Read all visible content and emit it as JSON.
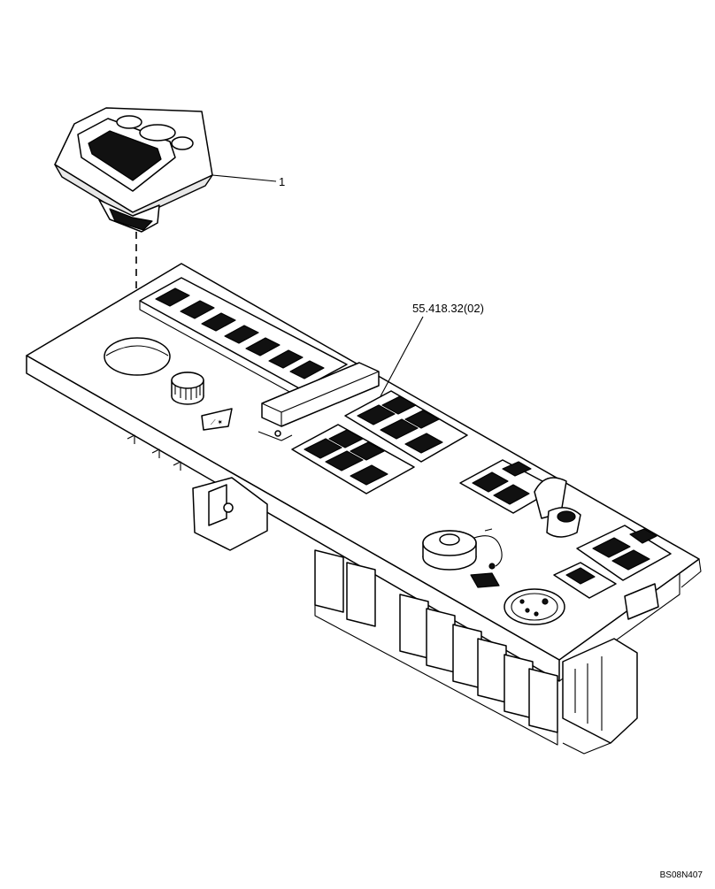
{
  "callouts": {
    "item_1": "1",
    "item_2": "55.418.32(02)"
  },
  "figure_code": "BS08N407"
}
